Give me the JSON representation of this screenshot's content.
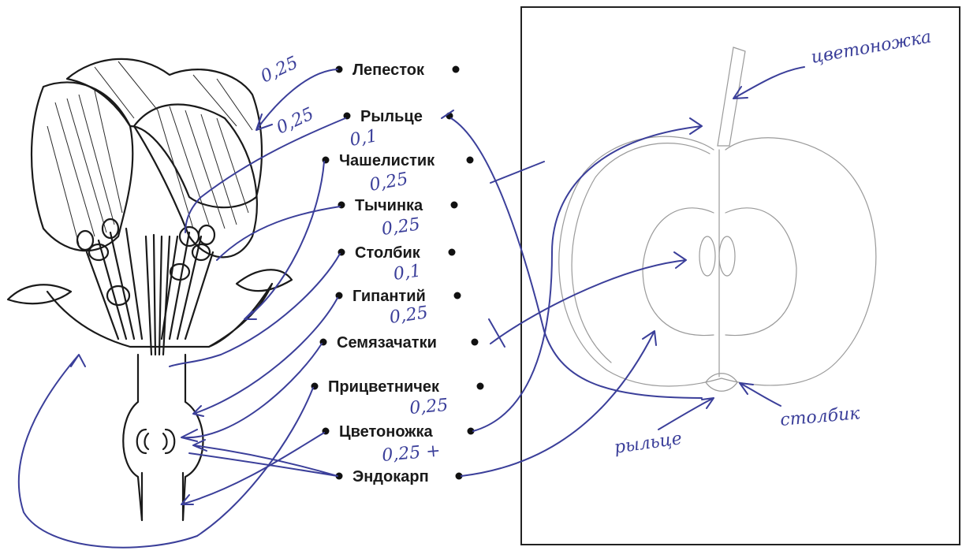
{
  "labels": [
    {
      "id": "lepestok",
      "text": "Лепесток"
    },
    {
      "id": "rylce",
      "text": "Рыльце"
    },
    {
      "id": "chashelistik",
      "text": "Чашелистик"
    },
    {
      "id": "tychinka",
      "text": "Тычинка"
    },
    {
      "id": "stolbik",
      "text": "Столбик"
    },
    {
      "id": "gipantiy",
      "text": "Гипантий"
    },
    {
      "id": "semyazachatki",
      "text": "Семязачатки"
    },
    {
      "id": "pricvetnichek",
      "text": "Прицветничек"
    },
    {
      "id": "cvetonozhka",
      "text": "Цветоножка"
    },
    {
      "id": "endokarp",
      "text": "Эндокарп"
    }
  ],
  "handwritten_scores": [
    "0,25",
    "0,25",
    "0,1",
    "0,25",
    "0,25",
    "0,1",
    "0,25",
    "0,25",
    "0,25 +"
  ],
  "apple_annotations": {
    "top": "цветоножка",
    "right": "столбик",
    "left": "рыльце"
  },
  "ink_color": "#3b3f9a"
}
